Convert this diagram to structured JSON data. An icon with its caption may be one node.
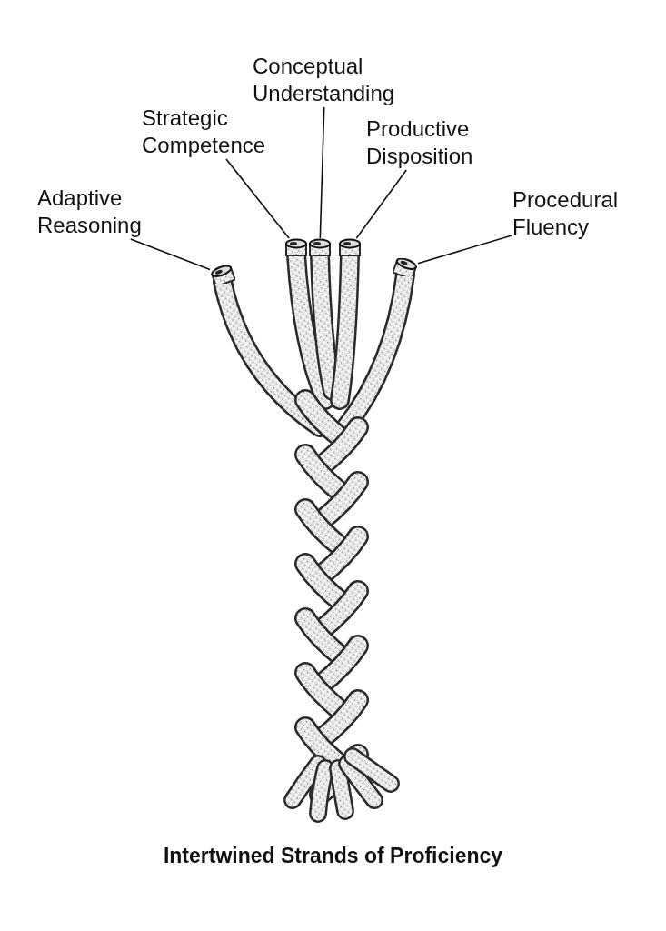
{
  "diagram": {
    "caption": "Intertwined Strands of Proficiency",
    "nodes": [
      {
        "text": [
          "Conceptual Understanding"
        ]
      },
      {
        "text": [
          "Strategic Competence"
        ]
      },
      {
        "text": [
          "Productive Disposition"
        ]
      },
      {
        "text": [
          "Adaptive Reasoning"
        ]
      },
      {
        "text": [
          "Procedural Fluency"
        ]
      },
      {
        "text": [],
        "shape": "cylinder"
      },
      {
        "text": [],
        "shape": "cylinder"
      },
      {
        "text": [],
        "shape": "cylinder"
      },
      {
        "text": [],
        "shape": "cylinder"
      },
      {
        "text": [],
        "shape": "cylinder"
      }
    ],
    "edges": [
      {
        "from": 3,
        "to": 5,
        "arrow": "none"
      },
      {
        "from": 1,
        "to": 6,
        "arrow": "none"
      },
      {
        "from": 0,
        "to": 7,
        "arrow": "none"
      },
      {
        "from": 2,
        "to": 8,
        "arrow": "none"
      },
      {
        "from": 4,
        "to": 9,
        "arrow": "none"
      }
    ]
  }
}
